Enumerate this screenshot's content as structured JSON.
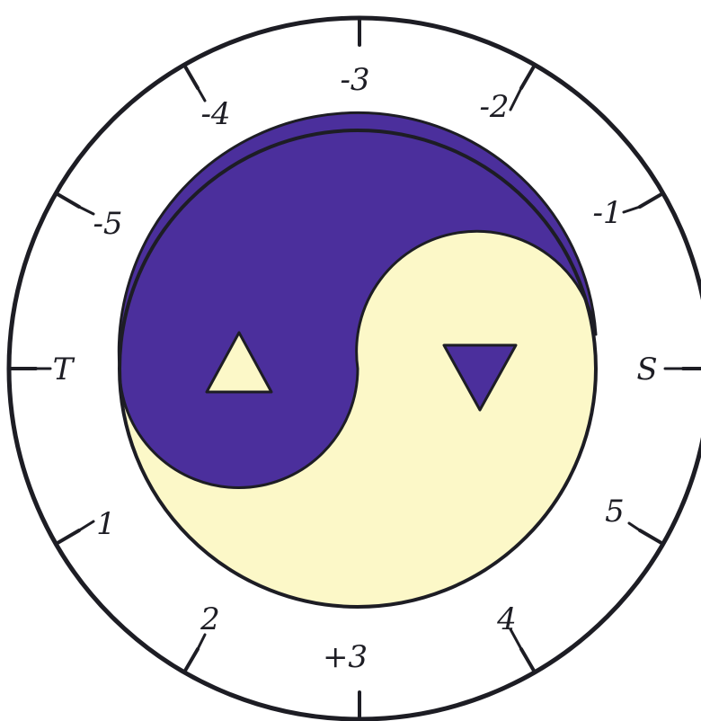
{
  "dial": {
    "labels": {
      "top": "-3",
      "minus2": "-2",
      "minus1": "-1",
      "right": "S",
      "plus5": "5",
      "plus4": "4",
      "bottom": "+3",
      "plus2": "2",
      "plus1": "1",
      "left": "T",
      "minus5": "-5",
      "minus4": "-4"
    }
  },
  "colors": {
    "dark_half": "#4b2f9c",
    "light_half": "#fcf8c8",
    "ink": "#1d1d24",
    "paper": "#ffffff"
  },
  "symbols": {
    "dark_half_symbol": "upward-triangle",
    "light_half_symbol": "downward-triangle"
  }
}
